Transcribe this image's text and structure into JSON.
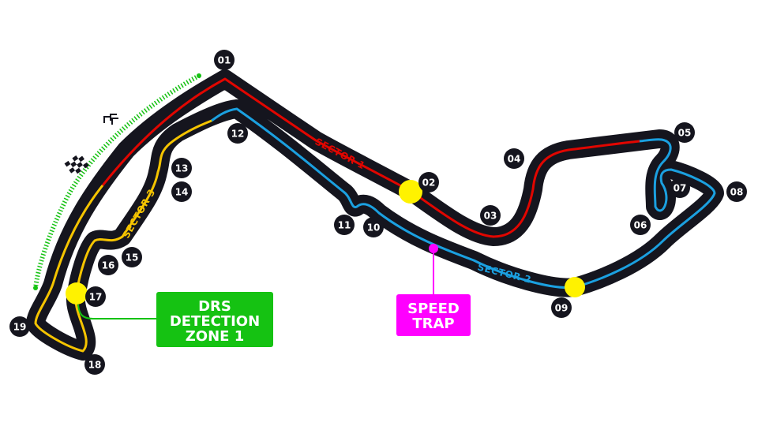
{
  "colors": {
    "track": "#15151e",
    "sector_1": "#e10600",
    "sector_2": "#1ba0e0",
    "sector_3": "#f5c400",
    "marker": "#fff200",
    "drs": "#15c212",
    "speed_trap": "#ff00ff",
    "badge": "#15151e"
  },
  "sectors": {
    "sector_1": "SECTOR 1",
    "sector_2": "SECTOR 2",
    "sector_3": "SECTOR 3"
  },
  "turns": [
    "01",
    "02",
    "03",
    "04",
    "05",
    "06",
    "07",
    "08",
    "09",
    "10",
    "11",
    "12",
    "13",
    "14",
    "15",
    "16",
    "17",
    "18",
    "19"
  ],
  "drs_zone": {
    "line_1": "DRS",
    "line_2": "DETECTION",
    "line_3": "ZONE 1"
  },
  "speed_trap": {
    "line_1": "SPEED",
    "line_2": "TRAP"
  },
  "icons": {
    "start_finish": "checkered-flag-icon",
    "direction": "direction-chevrons-icon"
  }
}
